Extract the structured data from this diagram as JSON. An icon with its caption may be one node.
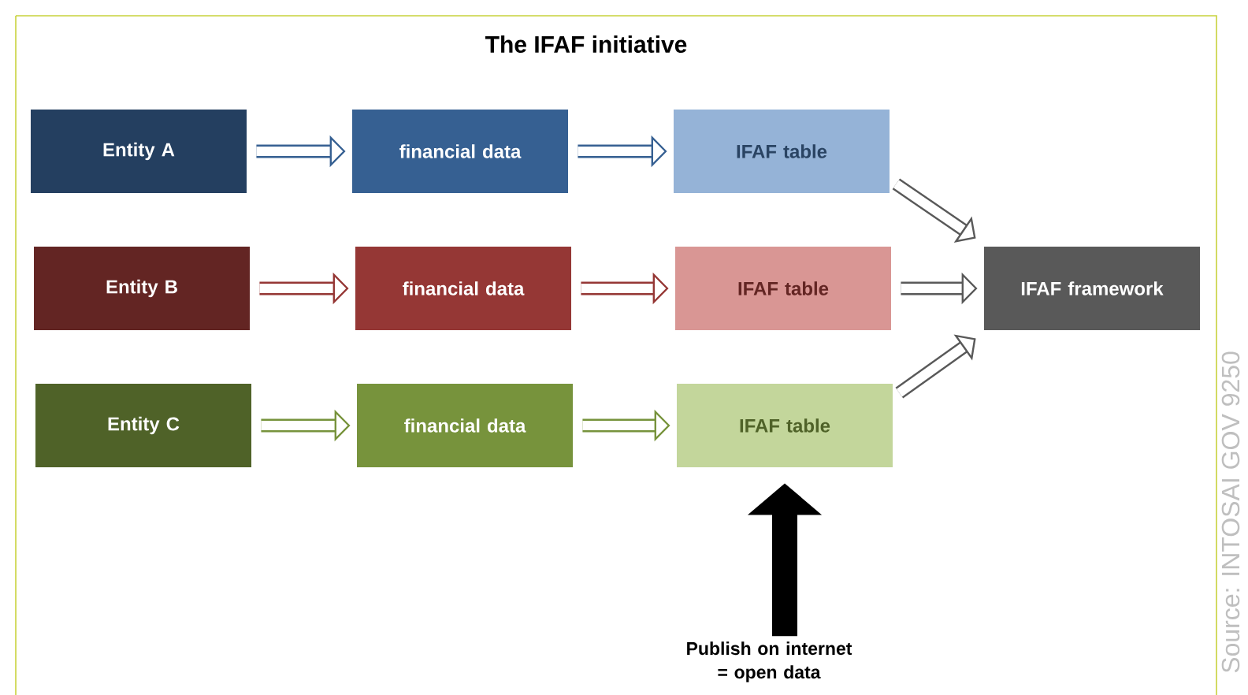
{
  "diagram": {
    "title": "The IFAF initiative",
    "nodes": [
      {
        "text": [
          "Entity A"
        ]
      },
      {
        "text": [
          "financial data"
        ]
      },
      {
        "text": [
          "IFAF table"
        ]
      },
      {
        "text": [
          "Entity B"
        ]
      },
      {
        "text": [
          "financial data"
        ]
      },
      {
        "text": [
          "IFAF table"
        ]
      },
      {
        "text": [
          "IFAF framework"
        ]
      },
      {
        "text": [
          "Entity C"
        ]
      },
      {
        "text": [
          "financial data"
        ]
      },
      {
        "text": [
          "IFAF table"
        ]
      },
      {
        "text": [
          "Publish on internet = open data"
        ]
      }
    ],
    "edges": [
      {
        "from": 0,
        "to": 1,
        "arrow": "to",
        "color": "#366092"
      },
      {
        "from": 1,
        "to": 2,
        "arrow": "to",
        "color": "#366092"
      },
      {
        "from": 3,
        "to": 4,
        "arrow": "to",
        "color": "#953735"
      },
      {
        "from": 4,
        "to": 5,
        "arrow": "to",
        "color": "#953735"
      },
      {
        "from": 7,
        "to": 8,
        "arrow": "to",
        "color": "#77933c"
      },
      {
        "from": 8,
        "to": 9,
        "arrow": "to",
        "color": "#77933c"
      },
      {
        "from": 2,
        "to": 6,
        "arrow": "to",
        "color": "#595959"
      },
      {
        "from": 5,
        "to": 6,
        "arrow": "to",
        "color": "#595959"
      },
      {
        "from": 9,
        "to": 6,
        "arrow": "to",
        "color": "#595959"
      },
      {
        "from": 10,
        "to": 9,
        "arrow": "to",
        "style": "thick",
        "color": "#000000"
      }
    ],
    "labels": [
      "Source: INTOSAI GOV 9250"
    ]
  }
}
